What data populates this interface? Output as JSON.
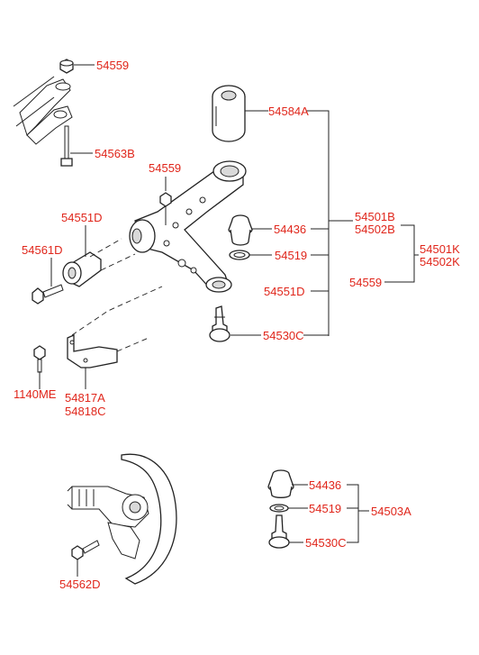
{
  "parts": {
    "p54559_top": "54559",
    "p54563B": "54563B",
    "p54584A": "54584A",
    "p54559_mid": "54559",
    "p54551D_left": "54551D",
    "p54436_upper": "54436",
    "p54501B": "54501B",
    "p54502B": "54502B",
    "p54561D": "54561D",
    "p54519_upper": "54519",
    "p54501K": "54501K",
    "p54502K": "54502K",
    "p54559_right": "54559",
    "p54551D_right": "54551D",
    "p54530C_upper": "54530C",
    "p1140ME": "1140ME",
    "p54817A": "54817A",
    "p54818C": "54818C",
    "p54436_lower": "54436",
    "p54519_lower": "54519",
    "p54503A": "54503A",
    "p54530C_lower": "54530C",
    "p54562D": "54562D"
  },
  "colors": {
    "label": "#e0261b",
    "line": "#222222",
    "background": "#ffffff"
  }
}
